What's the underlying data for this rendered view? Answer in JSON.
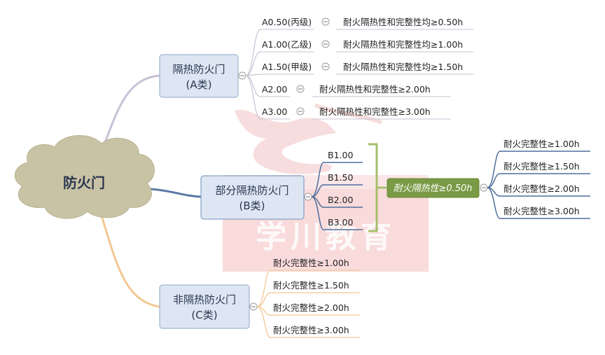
{
  "colors": {
    "root_fill": "#c9c3a5",
    "category_fill": "#dde6f2",
    "category_stroke": "#8fa7c9",
    "branch_a": "#c9c2d6",
    "branch_b": "#5a7aa8",
    "branch_c": "#f2c894",
    "leaf_line": "#4f6f9d",
    "group_fill": "#7a9a45",
    "bracket": "#a6bf6b",
    "watermark": "#e8a8a8"
  },
  "root": {
    "label": "防火门"
  },
  "categories": [
    {
      "label_line1": "隔热防火门",
      "label_line2": "(A类)"
    },
    {
      "label_line1": "部分隔热防火门",
      "label_line2": "(B类)"
    },
    {
      "label_line1": "非隔热防火门",
      "label_line2": "(C类)"
    }
  ],
  "a_items": [
    {
      "code": "A0.50(丙级)",
      "desc": "耐火隔热性和完整性均≥0.50h"
    },
    {
      "code": "A1.00(乙级)",
      "desc": "耐火隔热性和完整性均≥1.00h"
    },
    {
      "code": "A1.50(甲级)",
      "desc": "耐火隔热性和完整性均≥1.50h"
    },
    {
      "code": "A2.00",
      "desc": "耐火隔热性和完整性≥2.00h"
    },
    {
      "code": "A3.00",
      "desc": "耐火隔热性和完整性≥3.00h"
    }
  ],
  "b_items": [
    "B1.00",
    "B1.50",
    "B2.00",
    "B3.00"
  ],
  "b_group": "耐火隔热性≥0.50h",
  "b_integrity": [
    "耐火完整性≥1.00h",
    "耐火完整性≥1.50h",
    "耐火完整性≥2.00h",
    "耐火完整性≥3.00h"
  ],
  "c_items": [
    "耐火完整性≥1.00h",
    "耐火完整性≥1.50h",
    "耐火完整性≥2.00h",
    "耐火完整性≥3.00h"
  ],
  "collapse_symbol": "⊖",
  "watermark": "学川教育"
}
